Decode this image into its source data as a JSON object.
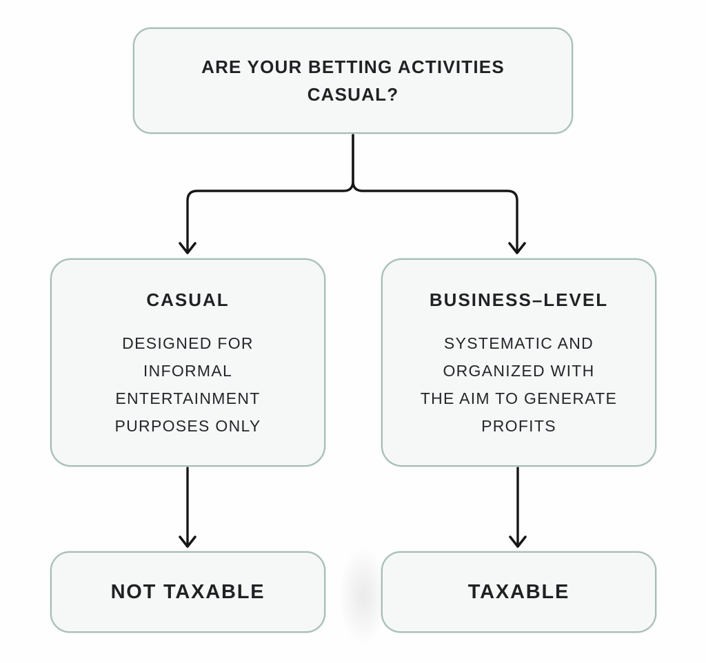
{
  "colors": {
    "page_background": "#fefefe",
    "box_fill": "#f6f8f7",
    "box_border": "#a5bdb8",
    "connector_line": "#161616",
    "text": "#1f2124"
  },
  "flowchart": {
    "root": {
      "lines": [
        "ARE YOUR BETTING ACTIVITIES",
        "CASUAL?"
      ]
    },
    "casual": {
      "title": "CASUAL",
      "body": [
        "DESIGNED FOR",
        "INFORMAL",
        "ENTERTAINMENT",
        "PURPOSES ONLY"
      ]
    },
    "business": {
      "title": "BUSINESS–LEVEL",
      "body": [
        "SYSTEMATIC AND",
        "ORGANIZED WITH",
        "THE AIM TO GENERATE",
        "PROFITS"
      ]
    },
    "not_taxable": {
      "label": "NOT TAXABLE"
    },
    "taxable": {
      "label": "TAXABLE"
    }
  }
}
